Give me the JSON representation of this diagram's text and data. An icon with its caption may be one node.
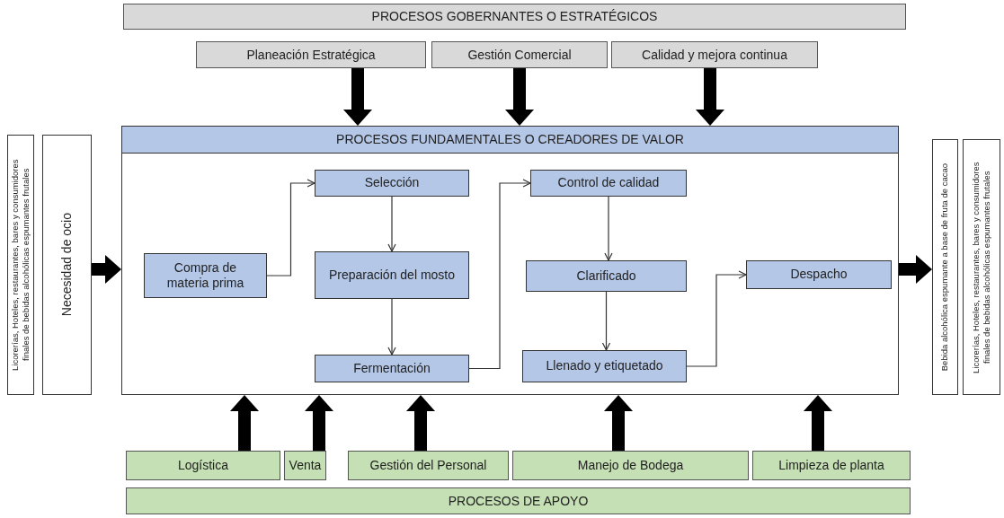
{
  "diagram": {
    "nodes": [
      {
        "text": [
          "PROCESOS GOBERNANTES O ESTRATÉGICOS"
        ]
      },
      {
        "text": [
          "Planeación Estratégica"
        ]
      },
      {
        "text": [
          "Gestión Comercial"
        ]
      },
      {
        "text": [
          "Calidad y mejora continua"
        ]
      },
      {
        "text": [
          "PROCESOS FUNDAMENTALES O CREADORES DE VALOR"
        ]
      },
      {
        "text": [
          "Compra de materia prima"
        ],
        "in": 4
      },
      {
        "text": [
          "Selección"
        ],
        "in": 4
      },
      {
        "text": [
          "Preparación del mosto"
        ],
        "in": 4
      },
      {
        "text": [
          "Fermentación"
        ],
        "in": 4
      },
      {
        "text": [
          "Control de calidad"
        ],
        "in": 4
      },
      {
        "text": [
          "Clarificado"
        ],
        "in": 4
      },
      {
        "text": [
          "Llenado y etiquetado"
        ],
        "in": 4
      },
      {
        "text": [
          "Despacho"
        ],
        "in": 4
      },
      {
        "text": [
          "Licorerías, Hoteles, restaurantes, bares y consumidores finales de bebidas alcohólicas espumantes frutales"
        ]
      },
      {
        "text": [
          "Necesidad de ocio"
        ]
      },
      {
        "text": [
          "Bebida alcohólica espumante a base de fruta de cacao"
        ]
      },
      {
        "text": [
          "Licorerías, Hoteles, restaurantes, bares y consumidores finales de bebidas alcohólicas espumantes frutales"
        ]
      },
      {
        "text": [
          "Logística"
        ]
      },
      {
        "text": [
          "Venta"
        ]
      },
      {
        "text": [
          "Gestión del Personal"
        ]
      },
      {
        "text": [
          "Manejo de Bodega"
        ]
      },
      {
        "text": [
          "Limpieza de planta"
        ]
      },
      {
        "text": [
          "PROCESOS DE APOYO"
        ]
      }
    ],
    "edges": [
      {
        "from": 1,
        "to": 4,
        "arrow": "to"
      },
      {
        "from": 2,
        "to": 4,
        "arrow": "to"
      },
      {
        "from": 3,
        "to": 4,
        "arrow": "to"
      },
      {
        "from": 14,
        "to": 4,
        "arrow": "to"
      },
      {
        "from": 4,
        "to": 15,
        "arrow": "to"
      },
      {
        "from": 17,
        "to": 4,
        "arrow": "to"
      },
      {
        "from": 18,
        "to": 4,
        "arrow": "to"
      },
      {
        "from": 19,
        "to": 4,
        "arrow": "to"
      },
      {
        "from": 20,
        "to": 4,
        "arrow": "to"
      },
      {
        "from": 21,
        "to": 4,
        "arrow": "to"
      },
      {
        "from": 5,
        "to": 6,
        "arrow": "to"
      },
      {
        "from": 6,
        "to": 7,
        "arrow": "to"
      },
      {
        "from": 7,
        "to": 8,
        "arrow": "to"
      },
      {
        "from": 8,
        "to": 9,
        "arrow": "to"
      },
      {
        "from": 9,
        "to": 10,
        "arrow": "to"
      },
      {
        "from": 10,
        "to": 11,
        "arrow": "to"
      },
      {
        "from": 11,
        "to": 12,
        "arrow": "to"
      }
    ]
  }
}
